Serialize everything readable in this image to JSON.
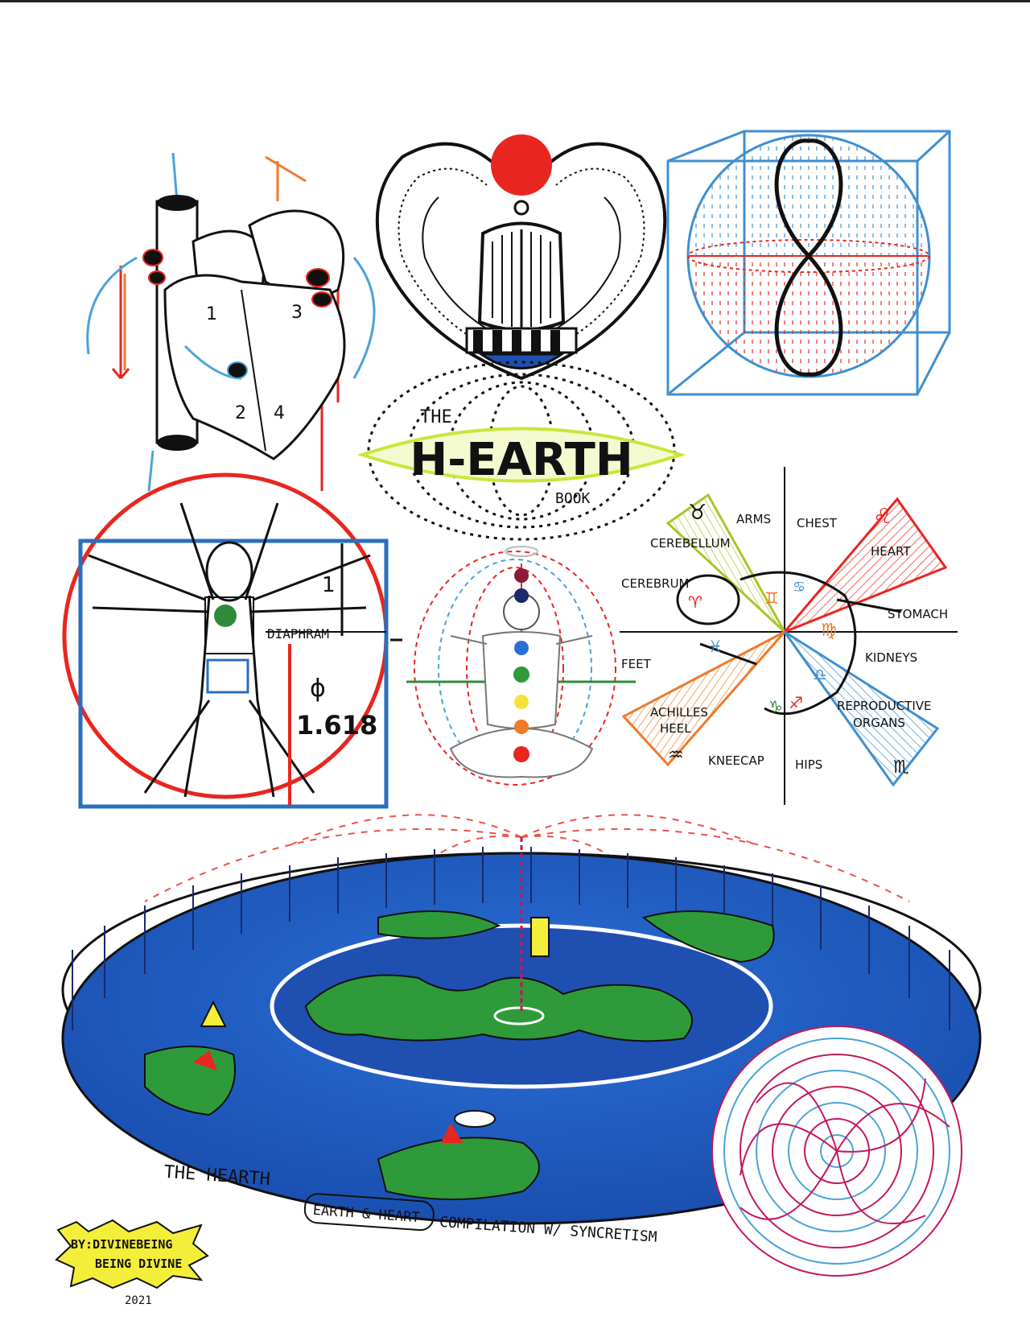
{
  "title": {
    "the": "THE",
    "main": "H-EARTH",
    "book": "BOOK"
  },
  "heart": {
    "chamber_1": "1",
    "chamber_2": "2",
    "chamber_3": "3",
    "chamber_4": "4"
  },
  "vitruvian": {
    "diaphram_label": "DIAPHRAM",
    "phi_symbol": "ϕ",
    "phi_value": "1.618",
    "small_one": "1"
  },
  "zodiac_wheel": {
    "labels": {
      "arms": "ARMS",
      "chest": "CHEST",
      "heart": "HEART",
      "cerebellum": "CEREBELLUM",
      "cerebrum": "CEREBRUM",
      "stomach": "STOMACH",
      "feet": "FEET",
      "kidneys": "KIDNEYS",
      "achilles_heel_1": "ACHILLES",
      "achilles_heel_2": "HEEL",
      "reproductive_1": "REPRODUCTIVE",
      "reproductive_2": "ORGANS",
      "kneecap": "KNEECAP",
      "hips": "HIPS"
    },
    "signs": {
      "taurus": "♉",
      "leo": "♌",
      "gemini": "♊",
      "cancer": "♋",
      "virgo": "♍",
      "aries": "♈",
      "pisces": "♓",
      "libra": "♎",
      "scorpio": "♏",
      "sagittarius": "♐",
      "capricorn": "♑",
      "aquarius": "♒"
    }
  },
  "caption": {
    "line_start": "THE HEARTH",
    "boxed": "EARTH & HEART",
    "line_end": "COMPILATION W/ SYNCRETISM"
  },
  "signature": {
    "line1": "BY:DIVINEBEING",
    "line2": "BEING DIVINE",
    "year": "2021"
  },
  "colors": {
    "ink": "#111111",
    "red": "#e8261f",
    "blue": "#1f5fbf",
    "light_blue": "#4aa3d8",
    "green": "#2e8b3a",
    "yellow": "#f3ee3a",
    "lime": "#c9e63a",
    "orange": "#ef7a2a",
    "ocean": "#1f5fc8",
    "land": "#2f9a3a",
    "magenta": "#c2185b"
  }
}
